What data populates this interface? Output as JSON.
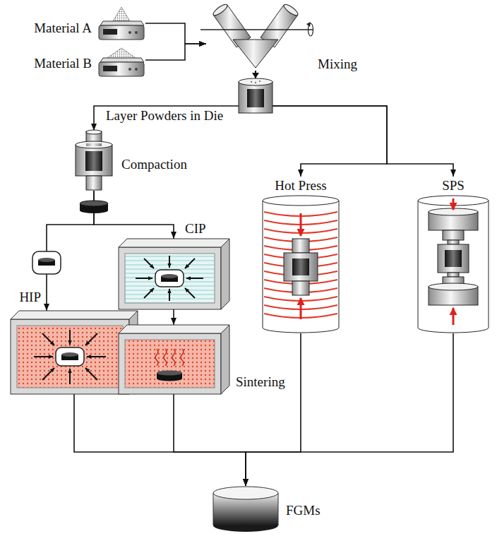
{
  "diagram": {
    "nodes": [
      {
        "text": [
          "Material A"
        ]
      },
      {
        "text": [
          "Material B"
        ]
      },
      {
        "text": [
          "Mixing"
        ]
      },
      {
        "text": [
          "Compaction"
        ]
      },
      {
        "text": [
          "Hot Press"
        ]
      },
      {
        "text": [
          "SPS"
        ]
      },
      {
        "text": [
          "CIP"
        ]
      },
      {
        "text": [
          "HIP"
        ]
      },
      {
        "text": [
          "Sintering"
        ]
      },
      {
        "text": [
          "FGMs"
        ]
      }
    ],
    "edges": [
      {
        "from": 0,
        "to": 2,
        "arrow": "to"
      },
      {
        "from": 1,
        "to": 2,
        "arrow": "to"
      },
      {
        "from": 2,
        "to": 3,
        "label": "Layer Powders in Die",
        "arrow": "to"
      },
      {
        "from": 2,
        "to": 4,
        "arrow": "to"
      },
      {
        "from": 2,
        "to": 5,
        "arrow": "to"
      },
      {
        "from": 3,
        "to": 6,
        "arrow": "to"
      },
      {
        "from": 3,
        "to": 7,
        "arrow": "to"
      },
      {
        "from": 6,
        "to": 8,
        "arrow": "to"
      },
      {
        "from": 7,
        "to": 9,
        "arrow": "to"
      },
      {
        "from": 8,
        "to": 9,
        "arrow": "to"
      },
      {
        "from": 4,
        "to": 9,
        "arrow": "to"
      },
      {
        "from": 5,
        "to": 9,
        "arrow": "to"
      }
    ]
  }
}
